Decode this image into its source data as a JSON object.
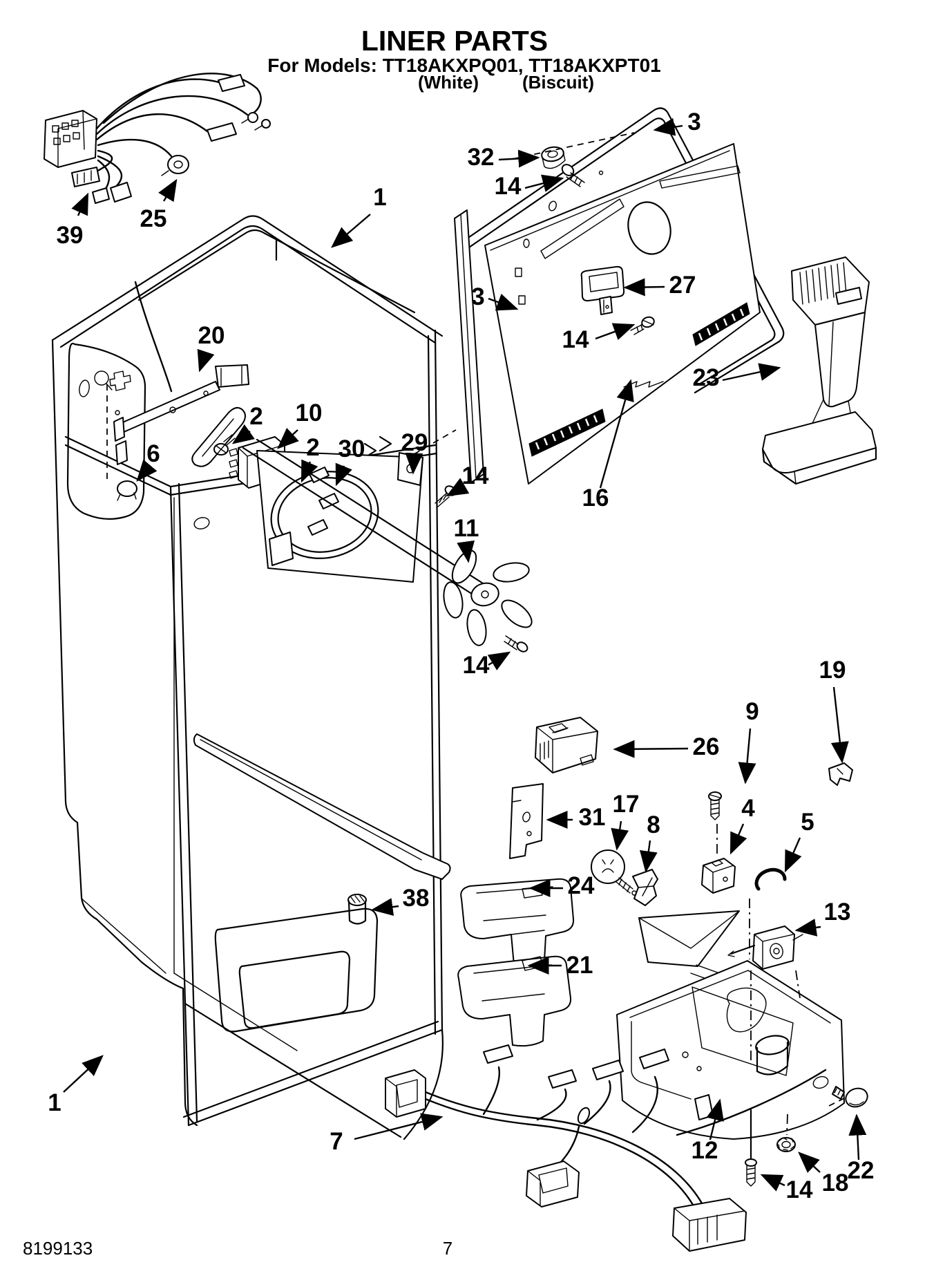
{
  "header": {
    "title": "LINER PARTS",
    "models_line": "For Models: TT18AKXPQ01, TT18AKXPT01",
    "finish_left": "(White)",
    "finish_right": "(Biscuit)"
  },
  "footer": {
    "document_number": "8199133",
    "page_number": "7"
  },
  "diagram": {
    "type": "exploded-parts-diagram",
    "subject": "refrigerator liner assembly",
    "colors": {
      "line": "#000000",
      "background": "#ffffff"
    },
    "callouts": [
      {
        "id": "1-top",
        "label": "1"
      },
      {
        "id": "1-bottom",
        "label": "1"
      },
      {
        "id": "39",
        "label": "39"
      },
      {
        "id": "25",
        "label": "25"
      },
      {
        "id": "20",
        "label": "20"
      },
      {
        "id": "2-screw",
        "label": "2"
      },
      {
        "id": "10",
        "label": "10"
      },
      {
        "id": "2-washer",
        "label": "2"
      },
      {
        "id": "30",
        "label": "30"
      },
      {
        "id": "29",
        "label": "29"
      },
      {
        "id": "6",
        "label": "6"
      },
      {
        "id": "32",
        "label": "32"
      },
      {
        "id": "14-grommet",
        "label": "14"
      },
      {
        "id": "3-trim",
        "label": "3"
      },
      {
        "id": "27",
        "label": "27"
      },
      {
        "id": "14-panel",
        "label": "14"
      },
      {
        "id": "3-frame",
        "label": "3"
      },
      {
        "id": "23",
        "label": "23"
      },
      {
        "id": "16",
        "label": "16"
      },
      {
        "id": "14-shroud",
        "label": "14"
      },
      {
        "id": "11",
        "label": "11"
      },
      {
        "id": "14-fan",
        "label": "14"
      },
      {
        "id": "26",
        "label": "26"
      },
      {
        "id": "9",
        "label": "9"
      },
      {
        "id": "19",
        "label": "19"
      },
      {
        "id": "31",
        "label": "31"
      },
      {
        "id": "17",
        "label": "17"
      },
      {
        "id": "8",
        "label": "8"
      },
      {
        "id": "4",
        "label": "4"
      },
      {
        "id": "5",
        "label": "5"
      },
      {
        "id": "13",
        "label": "13"
      },
      {
        "id": "24",
        "label": "24"
      },
      {
        "id": "21",
        "label": "21"
      },
      {
        "id": "38",
        "label": "38"
      },
      {
        "id": "12",
        "label": "12"
      },
      {
        "id": "22",
        "label": "22"
      },
      {
        "id": "18",
        "label": "18"
      },
      {
        "id": "14-housing",
        "label": "14"
      },
      {
        "id": "7",
        "label": "7"
      }
    ]
  }
}
